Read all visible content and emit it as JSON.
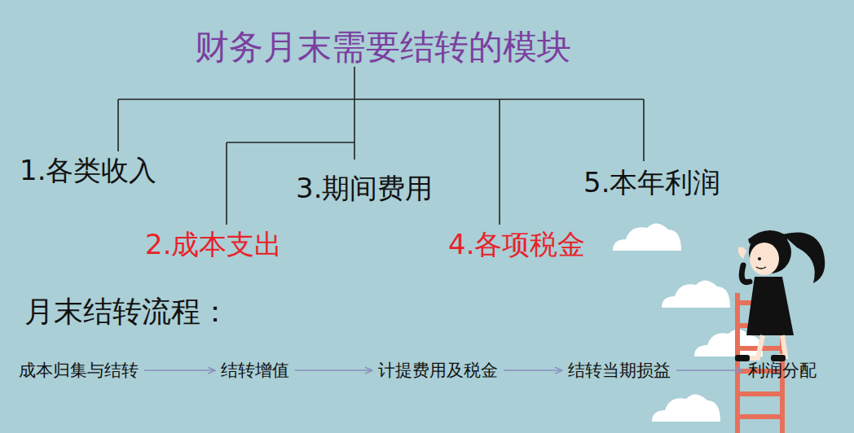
{
  "diagram": {
    "title": "财务月末需要结转的模块",
    "nodes": [
      {
        "text": [
          "1.各类收入"
        ]
      },
      {
        "text": [
          "2.成本支出"
        ]
      },
      {
        "text": [
          "3.期间费用"
        ]
      },
      {
        "text": [
          "4.各项税金"
        ]
      },
      {
        "text": [
          "5.本年利润"
        ]
      },
      {
        "text": [
          "成本归集与结转"
        ]
      },
      {
        "text": [
          "结转增值"
        ]
      },
      {
        "text": [
          "计提费用及税金"
        ]
      },
      {
        "text": [
          "结转当期损益"
        ]
      },
      {
        "text": [
          "利润分配"
        ]
      }
    ],
    "edges": [
      {
        "from": 5,
        "to": 6,
        "arrow": "to"
      },
      {
        "from": 6,
        "to": 7,
        "arrow": "to"
      },
      {
        "from": 7,
        "to": 8,
        "arrow": "to"
      },
      {
        "from": 8,
        "to": 9,
        "arrow": "to"
      }
    ],
    "labels": [
      "月末结转流程："
    ]
  }
}
